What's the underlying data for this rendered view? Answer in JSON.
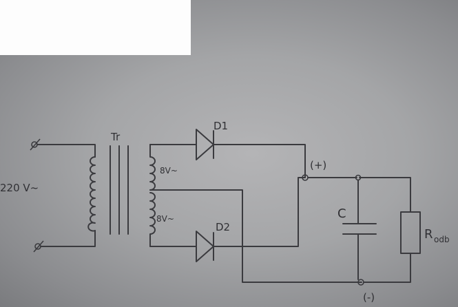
{
  "labels": {
    "transformer": "Tr",
    "input_voltage": "220 V~",
    "upper_winding": "8V~",
    "lower_winding": "8V~",
    "diode_top": "D1",
    "diode_bottom": "D2",
    "positive": "(+)",
    "negative": "(-)",
    "capacitor": "C",
    "resistor_main": "R",
    "resistor_sub": "odb"
  },
  "colors": {
    "background": "#a4a5a7",
    "ink": "#3a3a3e",
    "white_block": "#fdfdfd"
  }
}
